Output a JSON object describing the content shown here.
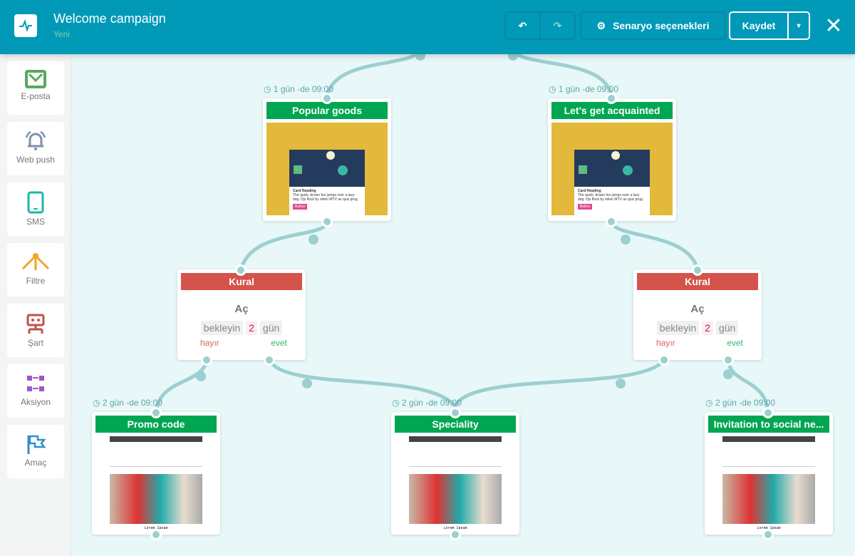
{
  "header": {
    "title": "Welcome campaign",
    "status": "Yeni",
    "options_label": "Senaryo seçenekleri",
    "save_label": "Kaydet"
  },
  "sidebar": {
    "items": [
      {
        "label": "E-posta"
      },
      {
        "label": "Web push"
      },
      {
        "label": "SMS"
      },
      {
        "label": "Filtre"
      },
      {
        "label": "Şart"
      },
      {
        "label": "Aksiyon"
      },
      {
        "label": "Amaç"
      }
    ]
  },
  "nodes": {
    "popular": {
      "time": "1 gün -de 09:00",
      "title": "Popular goods",
      "card_heading": "Card Heading",
      "card_text": "The quick, brown fox jumps over a lazy dog. Djs flock by when MTV ax quiz prog.",
      "button": "Button"
    },
    "acquainted": {
      "time": "1 gün -de 09:00",
      "title": "Let's get acquainted",
      "card_heading": "Card Heading",
      "card_text": "The quick, brown fox jumps over a lazy dog. Djs flock by when MTV ax quiz prog.",
      "button": "Button"
    },
    "rule_left": {
      "title": "Kural",
      "action": "Aç",
      "wait": "bekleyin",
      "days": "2",
      "unit": "gün",
      "no": "hayır",
      "yes": "evet"
    },
    "rule_right": {
      "title": "Kural",
      "action": "Aç",
      "wait": "bekleyin",
      "days": "2",
      "unit": "gün",
      "no": "hayır",
      "yes": "evet"
    },
    "promo": {
      "time": "2 gün -de 09:00",
      "title": "Promo code",
      "footer": "Lorem Ipsum"
    },
    "speciality": {
      "time": "2 gün -de 09:00",
      "title": "Speciality",
      "footer": "Lorem Ipsum"
    },
    "invitation": {
      "time": "2 gün -de 09:00",
      "title": "Invitation to social ne...",
      "footer": "Lorem Ipsum"
    }
  },
  "colors": {
    "header": "#0099b8",
    "email": "#00a651",
    "rule": "#d4534a",
    "connector": "#9ccfd0"
  }
}
